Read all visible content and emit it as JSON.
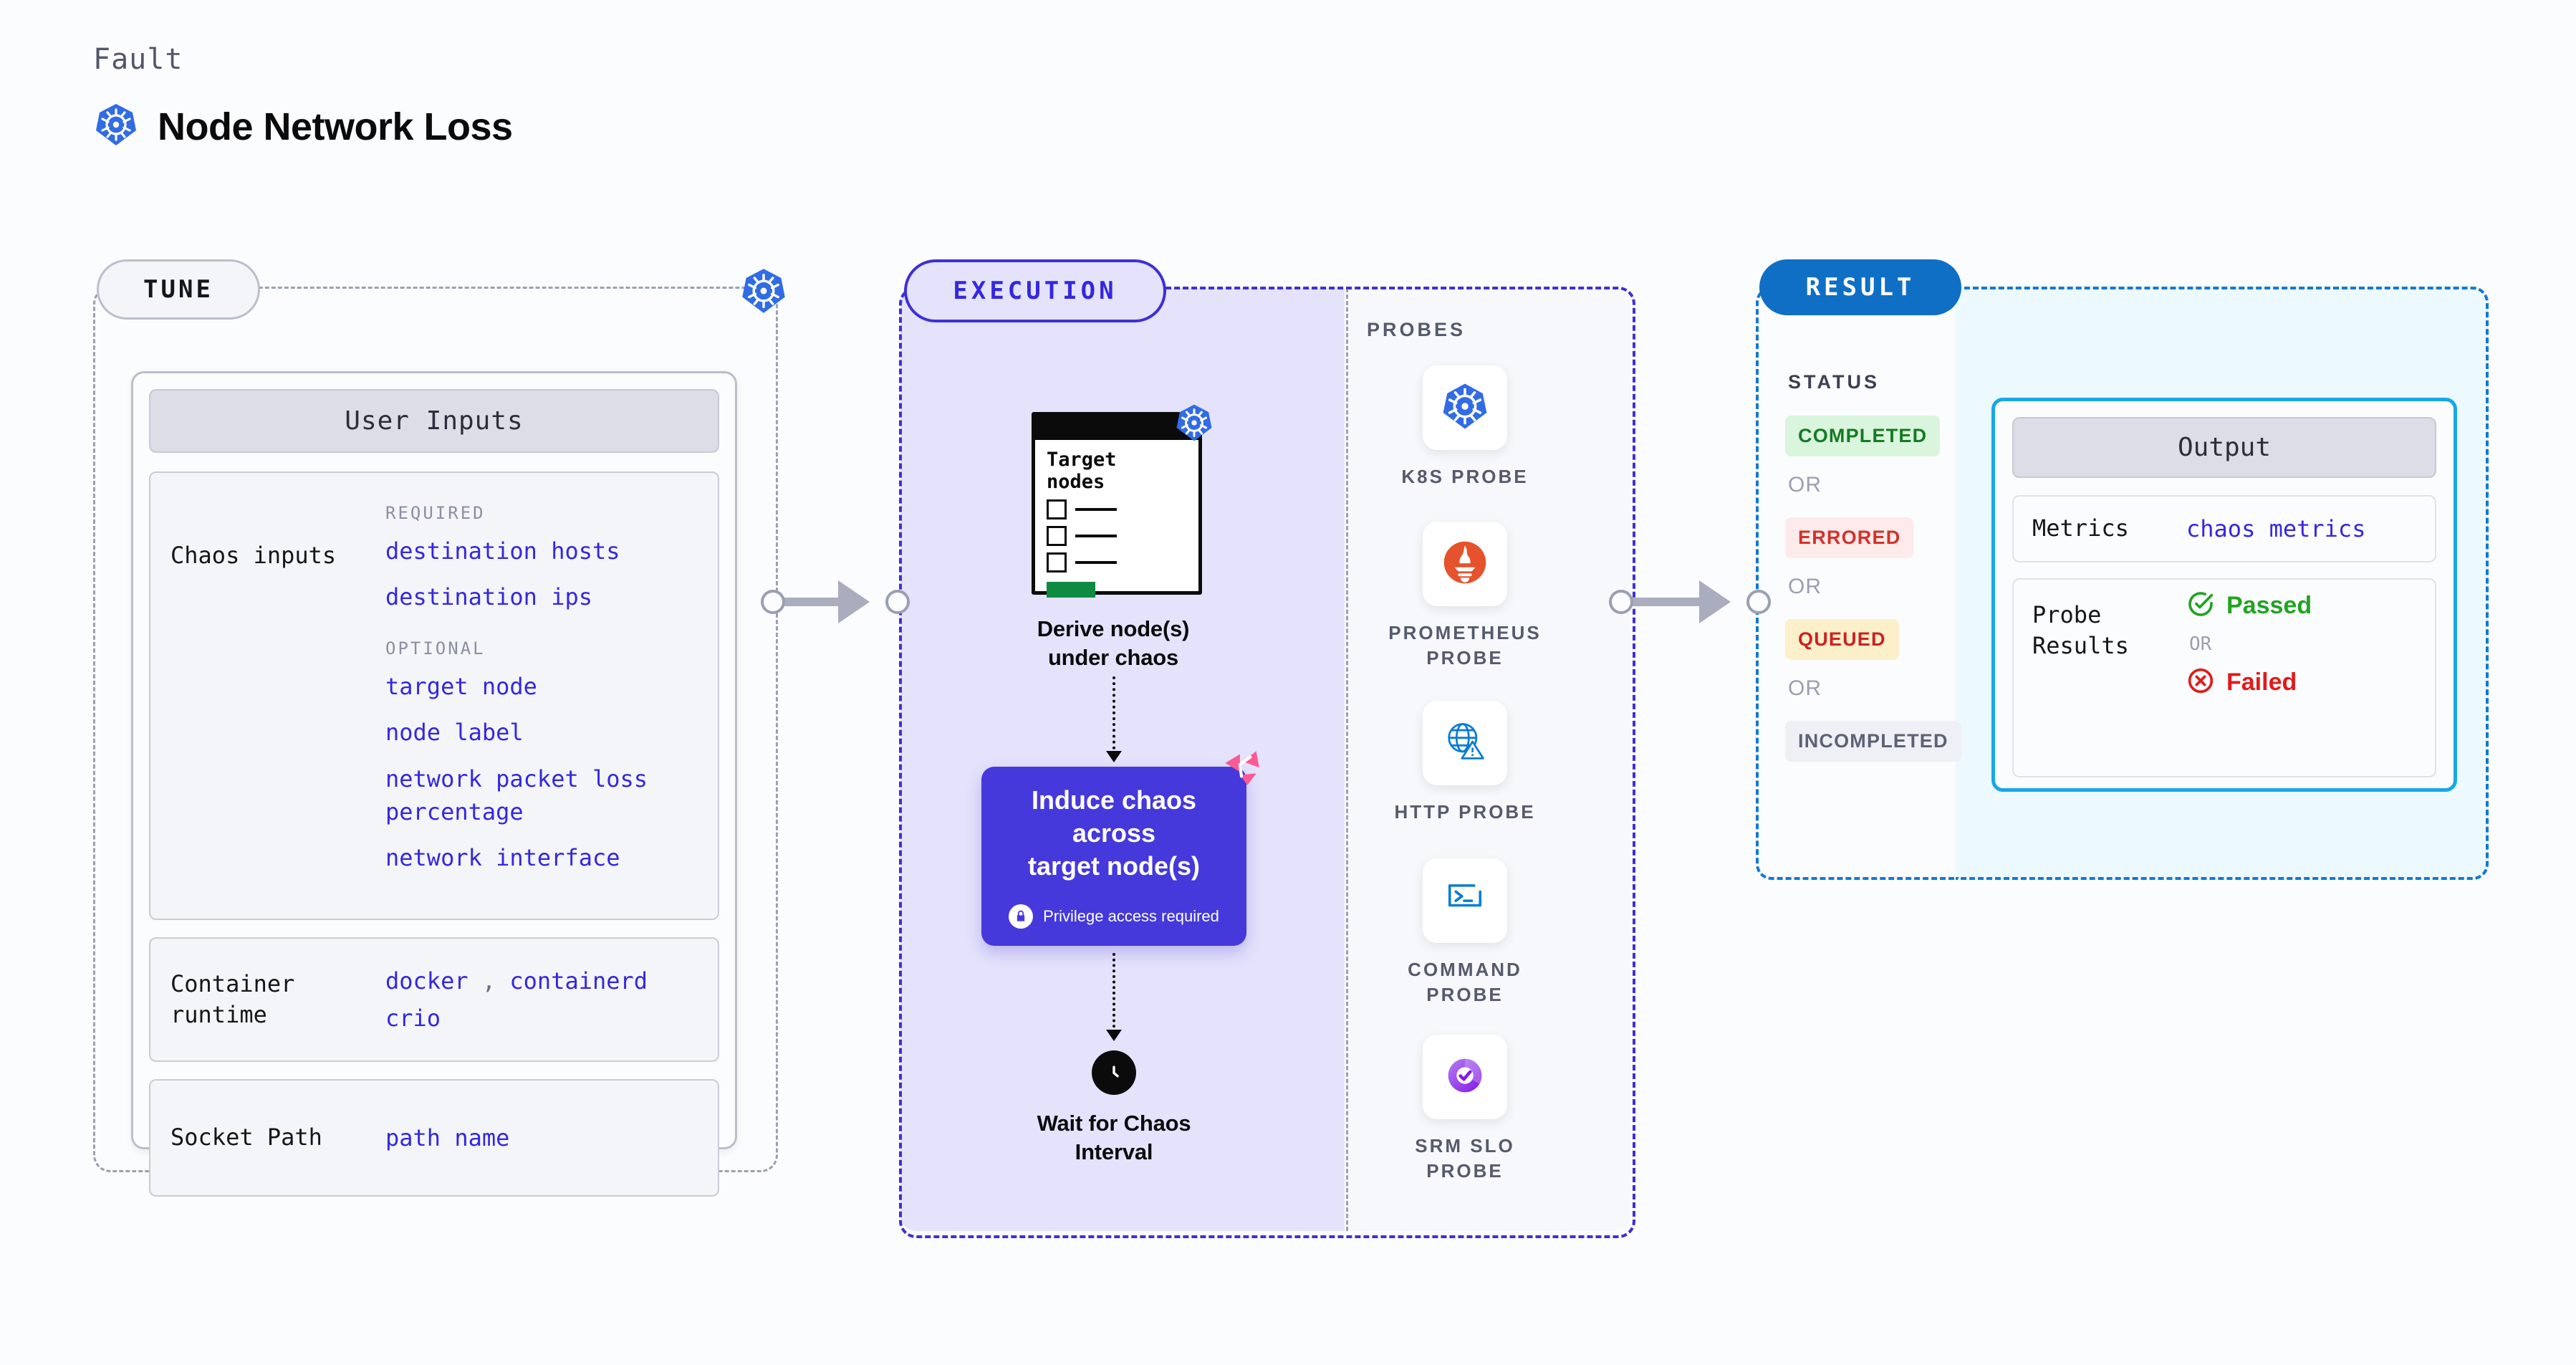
{
  "header": {
    "eyebrow": "Fault",
    "title": "Node Network Loss",
    "icon": "kubernetes-icon"
  },
  "tune": {
    "pill_label": "TUNE",
    "corner_icon": "kubernetes-icon",
    "card_title": "User Inputs",
    "sections": [
      {
        "label": "Chaos inputs",
        "groups": [
          {
            "heading": "REQUIRED",
            "values": [
              "destination hosts",
              "destination ips"
            ]
          },
          {
            "heading": "OPTIONAL",
            "values": [
              "target node",
              "node label",
              "network packet loss percentage",
              "network interface"
            ]
          }
        ]
      }
    ],
    "runtime_row": {
      "label_line1": "Container",
      "label_line2": "runtime",
      "value_line1_a": "docker",
      "value_sep": ",",
      "value_line1_b": "containerd",
      "value_line2": "crio"
    },
    "socket_row": {
      "label": "Socket Path",
      "value": "path name"
    }
  },
  "execution": {
    "pill_label": "EXECUTION",
    "target_window": {
      "heading_line1": "Target",
      "heading_line2": "nodes",
      "icon": "kubernetes-icon",
      "checkbox_count": 3
    },
    "step1_caption_line1": "Derive node(s)",
    "step1_caption_line2": "under chaos",
    "chaos_box": {
      "title_line1": "Induce chaos across",
      "title_line2": "target node(s)",
      "privilege_note": "Privilege access required",
      "privilege_icon": "lock-icon",
      "corner_icon": "litmus-chaos-icon",
      "color": "#4539db"
    },
    "step3_caption_line1": "Wait for Chaos",
    "step3_caption_line2": "Interval",
    "step3_icon": "clock-icon",
    "probes_title": "PROBES",
    "probes": [
      {
        "name": "K8S PROBE",
        "icon": "kubernetes-icon"
      },
      {
        "name": "PROMETHEUS PROBE",
        "icon": "prometheus-icon"
      },
      {
        "name": "HTTP PROBE",
        "icon": "http-globe-warning-icon"
      },
      {
        "name": "COMMAND PROBE",
        "icon": "terminal-icon"
      },
      {
        "name": "SRM SLO PROBE",
        "icon": "srm-slo-donut-icon"
      }
    ]
  },
  "result": {
    "pill_label": "RESULT",
    "status_title": "STATUS",
    "or_label": "OR",
    "statuses": [
      {
        "label": "COMPLETED",
        "bg": "#d9f5dd",
        "fg": "#167a23"
      },
      {
        "label": "ERRORED",
        "bg": "#fdeaea",
        "fg": "#d0342c"
      },
      {
        "label": "QUEUED",
        "bg": "#fcf0cb",
        "fg": "#cc2222"
      },
      {
        "label": "INCOMPLETED",
        "bg": "#eff0f5",
        "fg": "#5c6276"
      }
    ],
    "output": {
      "card_title": "Output",
      "metrics_label": "Metrics",
      "metrics_value": "chaos metrics",
      "probe_label_line1": "Probe",
      "probe_label_line2": "Results",
      "passed_label": "Passed",
      "passed_color": "#22a322",
      "passed_icon": "check-circle-icon",
      "or_label": "OR",
      "failed_label": "Failed",
      "failed_color": "#e01b1b",
      "failed_icon": "x-circle-icon"
    }
  }
}
